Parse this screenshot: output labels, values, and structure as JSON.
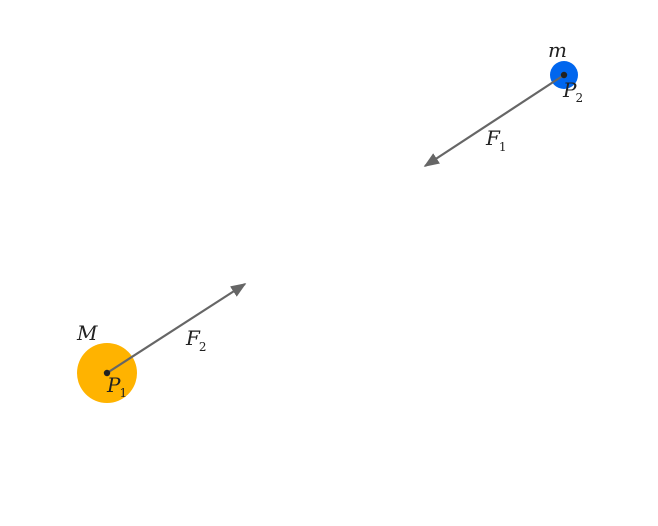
{
  "bodies": {
    "large": {
      "label": "M",
      "point": "P",
      "point_sub": "1",
      "color": "#FFB300"
    },
    "small": {
      "label": "m",
      "point": "P",
      "point_sub": "2",
      "color": "#0066EE"
    }
  },
  "forces": {
    "on_small": {
      "label": "F",
      "sub": "1",
      "color": "#666666"
    },
    "on_large": {
      "label": "F",
      "sub": "2",
      "color": "#666666"
    }
  }
}
